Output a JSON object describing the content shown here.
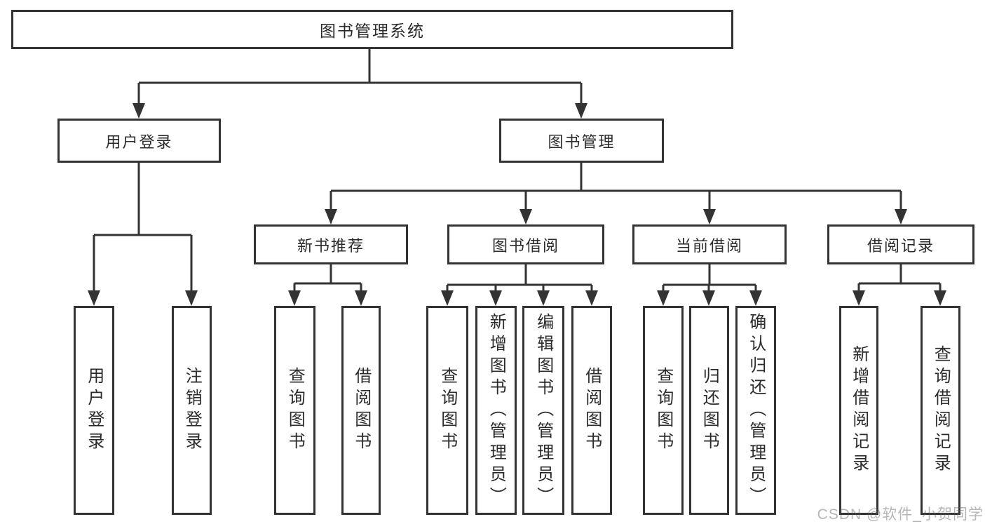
{
  "tree": {
    "root": {
      "label": "图书管理系统"
    },
    "branches": [
      {
        "label": "用户登录",
        "children": [
          {
            "label": "用户登录"
          },
          {
            "label": "注销登录"
          }
        ]
      },
      {
        "label": "图书管理",
        "children": [
          {
            "label": "新书推荐",
            "children": [
              {
                "label": "查询图书"
              },
              {
                "label": "借阅图书"
              }
            ]
          },
          {
            "label": "图书借阅",
            "children": [
              {
                "label": "查询图书"
              },
              {
                "label": "新增图书（管理员）"
              },
              {
                "label": "编辑图书（管理员）"
              },
              {
                "label": "借阅图书"
              }
            ]
          },
          {
            "label": "当前借阅",
            "children": [
              {
                "label": "查询图书"
              },
              {
                "label": "归还图书"
              },
              {
                "label": "确认归还（管理员）"
              }
            ]
          },
          {
            "label": "借阅记录",
            "children": [
              {
                "label": "新增借阅记录"
              },
              {
                "label": "查询借阅记录"
              }
            ]
          }
        ]
      }
    ]
  },
  "watermark": {
    "text": "CSDN @软件_小贺同学"
  },
  "style": {
    "line_color": "#333333",
    "text_color": "#2b2b2b",
    "background": "#ffffff",
    "watermark_color": "#bdbdbd"
  }
}
